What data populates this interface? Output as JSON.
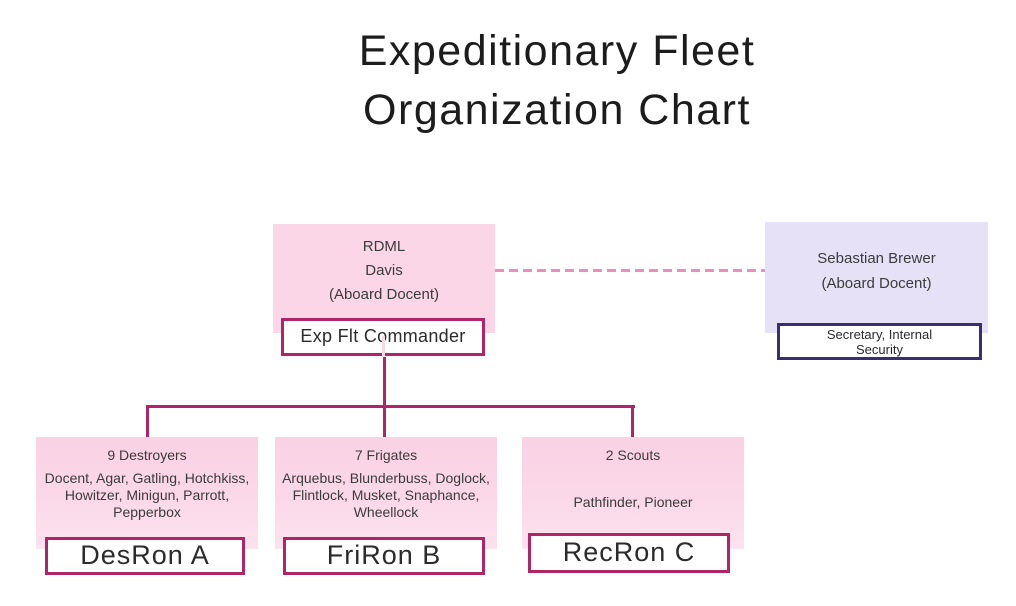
{
  "title": {
    "line1": "Expeditionary Fleet",
    "line2": "Organization Chart"
  },
  "commander": {
    "lines": [
      "RDML",
      "Davis",
      "(Aboard Docent)"
    ],
    "label": "Exp Flt Commander"
  },
  "secretary": {
    "lines": [
      "Sebastian Brewer",
      "(Aboard Docent)"
    ],
    "label": "Secretary, Internal Security"
  },
  "squadrons": [
    {
      "heading": "9 Destroyers",
      "ships": "Docent, Agar, Gatling, Hotchkiss, Howitzer, Minigun, Parrott, Pepperbox",
      "label": "DesRon A"
    },
    {
      "heading": "7 Frigates",
      "ships": "Arquebus, Blunderbuss, Doglock, Flintlock, Musket, Snaphance, Wheellock",
      "label": "FriRon B"
    },
    {
      "heading": "2 Scouts",
      "ships": "Pathfinder, Pioneer",
      "label": "RecRon C"
    }
  ],
  "colors": {
    "accent_magenta": "#B02468",
    "pink_fill": "#FBD6E6",
    "lavender_fill": "#E6E1F6",
    "navy_border": "#3A2E6E",
    "dashed_pink": "#E78FBE",
    "text_dark": "#3B3B3B"
  }
}
